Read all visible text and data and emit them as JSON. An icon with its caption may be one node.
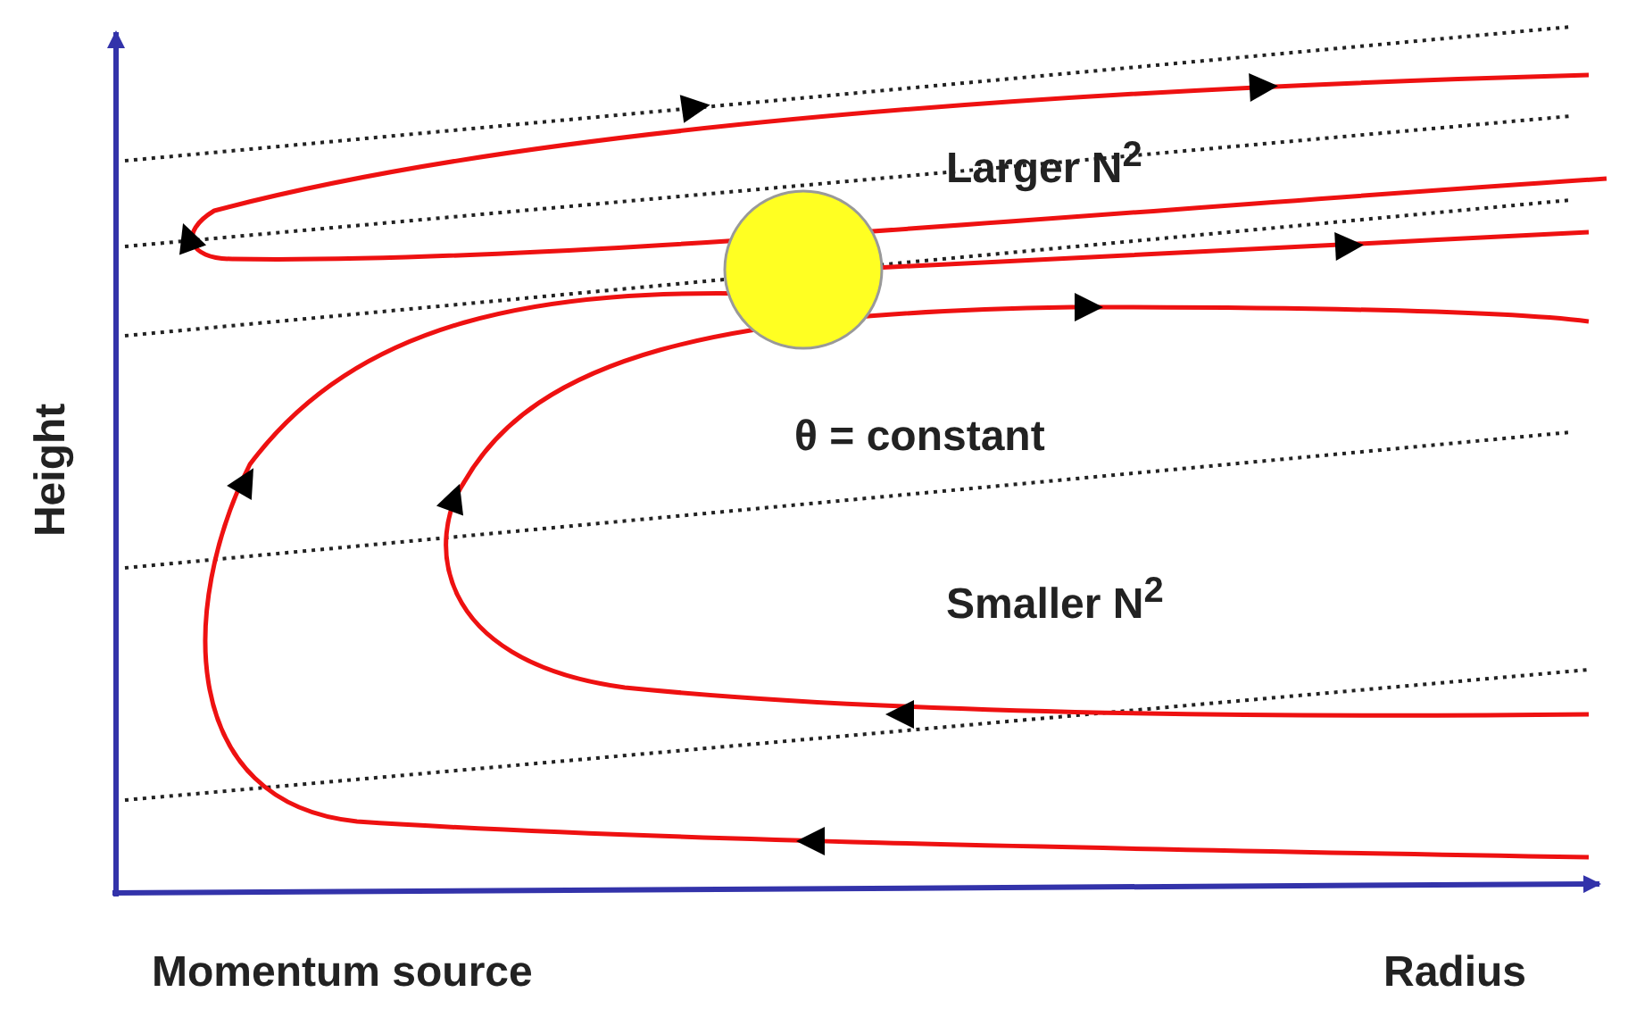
{
  "diagram": {
    "nodes": [
      {
        "text": [],
        "shape": "circle"
      }
    ],
    "labels": [
      "Larger N$^{2}$",
      "θ = constant",
      "Smaller N$^{2}$",
      "Height",
      "Momentum source",
      "Radius"
    ]
  }
}
